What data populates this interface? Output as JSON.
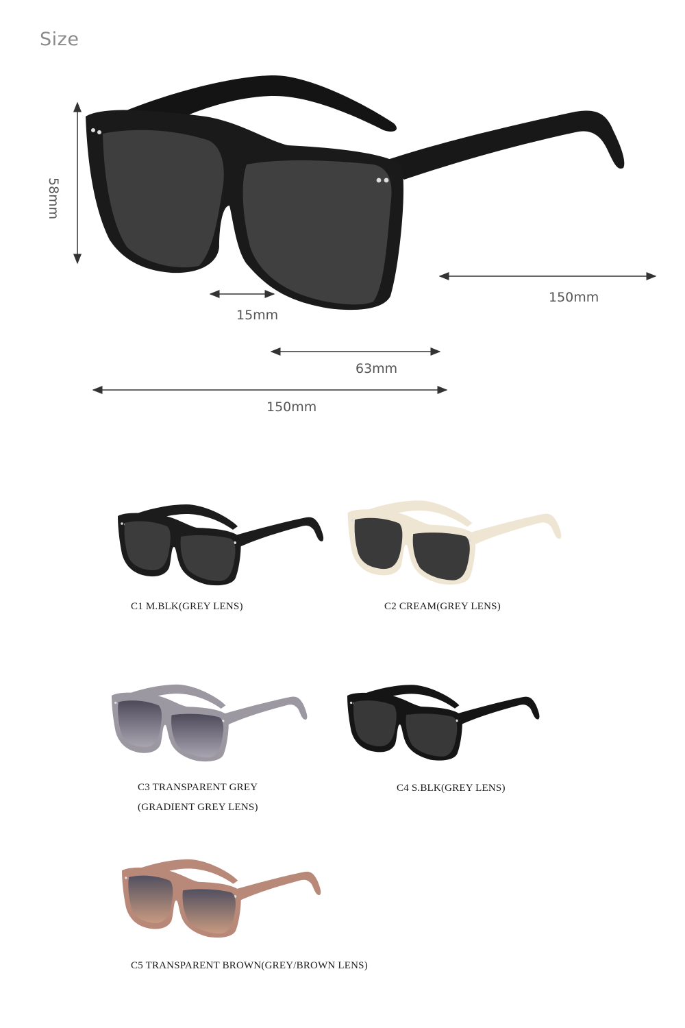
{
  "size_section": {
    "title": "Size",
    "dimensions": {
      "lens_height": "58mm",
      "temple_length": "150mm",
      "bridge_width": "15mm",
      "lens_width": "63mm",
      "frame_width": "150mm"
    }
  },
  "variants": [
    {
      "caption": "C1 M.BLK(GREY LENS)",
      "frame_color": "#1c1c1c",
      "lens_color": "#3c3c3c"
    },
    {
      "caption": "C2 CREAM(GREY LENS)",
      "frame_color": "#eee6d2",
      "lens_color": "#3a3a3a"
    },
    {
      "caption_line1": "C3 TRANSPARENT GREY",
      "caption_line2": "(GRADIENT GREY LENS)",
      "frame_color": "#9c98a2",
      "lens_color": "#5c5866"
    },
    {
      "caption": "C4 S.BLK(GREY LENS)",
      "frame_color": "#151515",
      "lens_color": "#383838"
    },
    {
      "caption": "C5 TRANSPARENT BROWN(GREY/BROWN LENS)",
      "frame_color": "#b88878",
      "lens_color": "#6a6470"
    }
  ],
  "colors": {
    "text_dim": "#555555",
    "title": "#8a8a8a",
    "arrow": "#333333"
  }
}
